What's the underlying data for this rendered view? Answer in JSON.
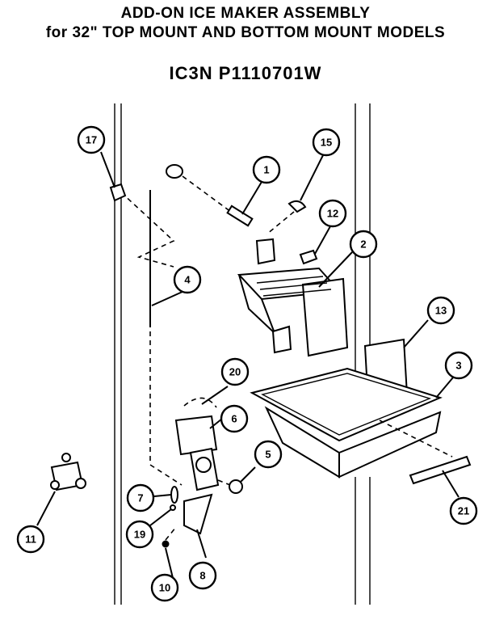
{
  "header": {
    "title_line1": "ADD-ON ICE MAKER ASSEMBLY",
    "title_line2": "for 32\" TOP MOUNT AND BOTTOM MOUNT MODELS",
    "model_code": "IC3N  P1110701W"
  },
  "callouts": [
    {
      "id": "c17",
      "label": "17"
    },
    {
      "id": "c1",
      "label": "1"
    },
    {
      "id": "c15",
      "label": "15"
    },
    {
      "id": "c12",
      "label": "12"
    },
    {
      "id": "c2",
      "label": "2"
    },
    {
      "id": "c4",
      "label": "4"
    },
    {
      "id": "c13",
      "label": "13"
    },
    {
      "id": "c3",
      "label": "3"
    },
    {
      "id": "c20",
      "label": "20"
    },
    {
      "id": "c6",
      "label": "6"
    },
    {
      "id": "c5",
      "label": "5"
    },
    {
      "id": "c7",
      "label": "7"
    },
    {
      "id": "c19",
      "label": "19"
    },
    {
      "id": "c11",
      "label": "11"
    },
    {
      "id": "c21",
      "label": "21"
    },
    {
      "id": "c10",
      "label": "10"
    },
    {
      "id": "c8",
      "label": "8"
    }
  ]
}
